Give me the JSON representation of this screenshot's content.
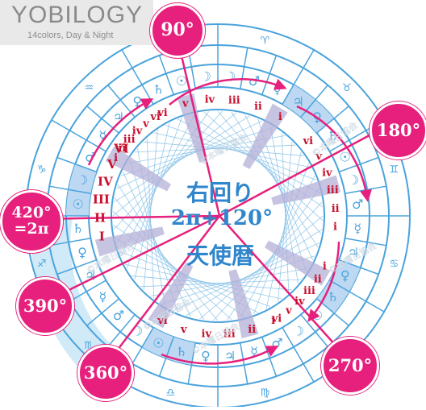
{
  "brand": {
    "title": "YOBILOGY",
    "subtitle": "14colors, Day & Night"
  },
  "center": {
    "line1": "右回り",
    "line2": "2π+120°",
    "line3": "天使暦"
  },
  "badges": {
    "b90": "90°",
    "b180": "180°",
    "b270": "270°",
    "b360": "360°",
    "b390": "390°",
    "b420_line1": "420°",
    "b420_line2": "=2π"
  },
  "arcs": {
    "top": [
      "vi",
      "v",
      "iv",
      "iii",
      "ii",
      "i"
    ],
    "upper_left": [
      "i",
      "ii",
      "iii",
      "iv",
      "v",
      "vi"
    ],
    "upper_right": [
      "vi",
      "v",
      "iv",
      "iii",
      "ii",
      "i"
    ],
    "lower_right": [
      "i",
      "ii",
      "iii",
      "iv",
      "v",
      "vi"
    ],
    "bottom": [
      "i",
      "ii",
      "iii",
      "iv",
      "v",
      "vi"
    ],
    "left": [
      "I",
      "II",
      "III",
      "IV",
      "V",
      "VI"
    ]
  },
  "watermark": "©本曜日協会",
  "colors": {
    "accent": "#e6207c",
    "ring": "#4aa3dc",
    "highlight": "#bcd8f2",
    "spoke": "#b4b0d8",
    "day_band": "#a9d8f2",
    "numeral": "#c8102e"
  }
}
